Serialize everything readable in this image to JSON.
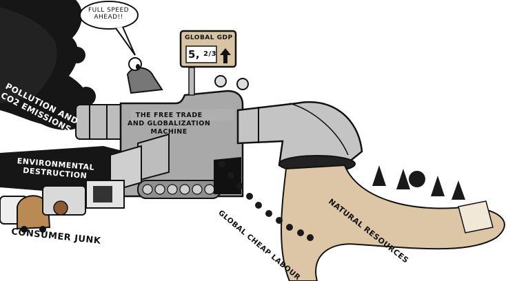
{
  "speech_bubble": {
    "line1": "FULL SPEED",
    "line2": "AHEAD!!"
  },
  "gdp_sign": {
    "title": "GLOBAL GDP",
    "value_main": "5,",
    "value_digits": "2/3",
    "trend": "up-arrow-icon"
  },
  "machine": {
    "line1": "THE FREE TRADE",
    "line2": "AND GLOBALIZATION",
    "line3": "MACHINE"
  },
  "labels": {
    "pollution": {
      "line1": "POLLUTION AND",
      "line2": "CO2 EMISSIONS"
    },
    "environment": {
      "line1": "ENVIRONMENTAL",
      "line2": "DESTRUCTION"
    },
    "consumer": "CONSUMER JUNK",
    "labour": "GLOBAL CHEAP LABOUR",
    "resources": "NATURAL RESOURCES"
  },
  "colors": {
    "smoke": "#161616",
    "machine_gray": "#a9a9a9",
    "machine_light": "#cfcfcf",
    "pipe": "#bdbdbd",
    "resources": "#dcc6a6",
    "sign": "#d8c3a3",
    "car": "#b98a52"
  }
}
